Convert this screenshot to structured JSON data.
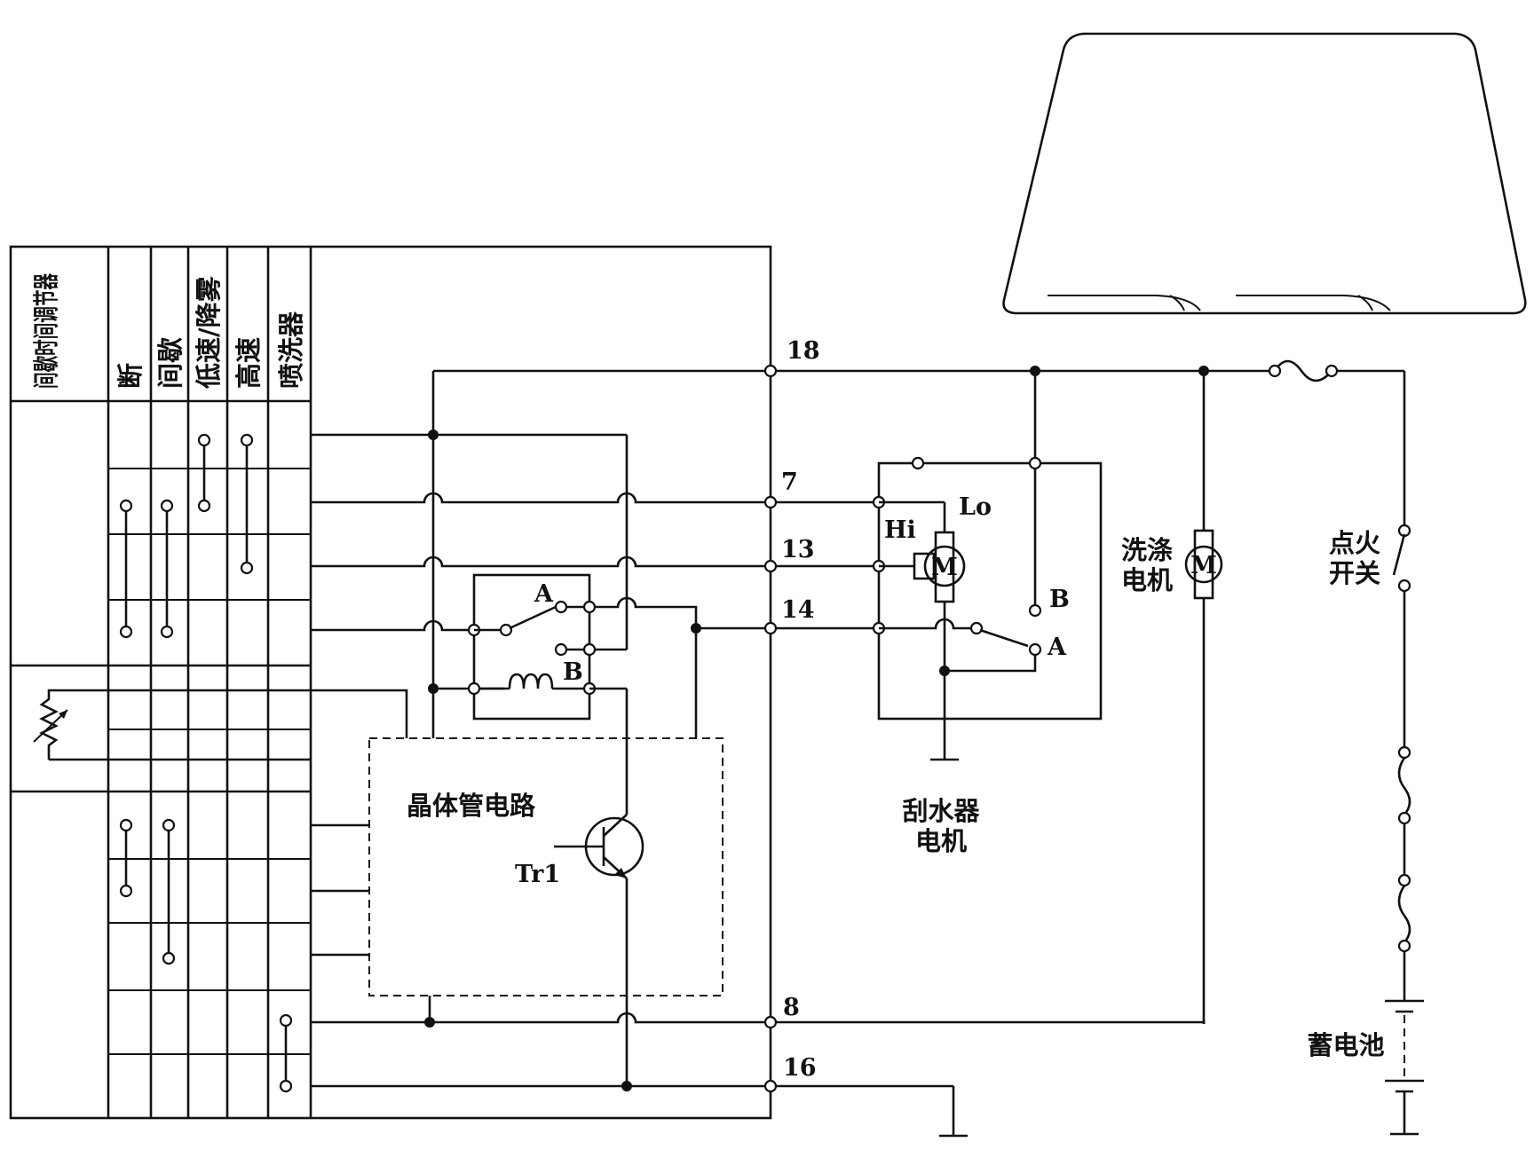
{
  "switch_panel": {
    "interval_timer_label": "间歇时间调节器",
    "columns": [
      "断",
      "间歇",
      "低速/降雾",
      "高速",
      "喷洗器"
    ]
  },
  "terminals": {
    "t18": "18",
    "t7": "7",
    "t13": "13",
    "t14": "14",
    "t8": "8",
    "t16": "16"
  },
  "relay": {
    "contact_a": "A",
    "contact_b": "B"
  },
  "transistor_circuit": {
    "label": "晶体管电路",
    "transistor": "Tr1"
  },
  "wiper_motor": {
    "hi": "Hi",
    "lo": "Lo",
    "motor_symbol": "M",
    "cam_a": "A",
    "cam_b": "B",
    "label_line1": "刮水器",
    "label_line2": "电机"
  },
  "washer_motor": {
    "label_line1": "洗涤",
    "label_line2": "电机",
    "motor_symbol": "M"
  },
  "ignition_switch": {
    "label_line1": "点火",
    "label_line2": "开关"
  },
  "battery": {
    "label": "蓄电池"
  }
}
